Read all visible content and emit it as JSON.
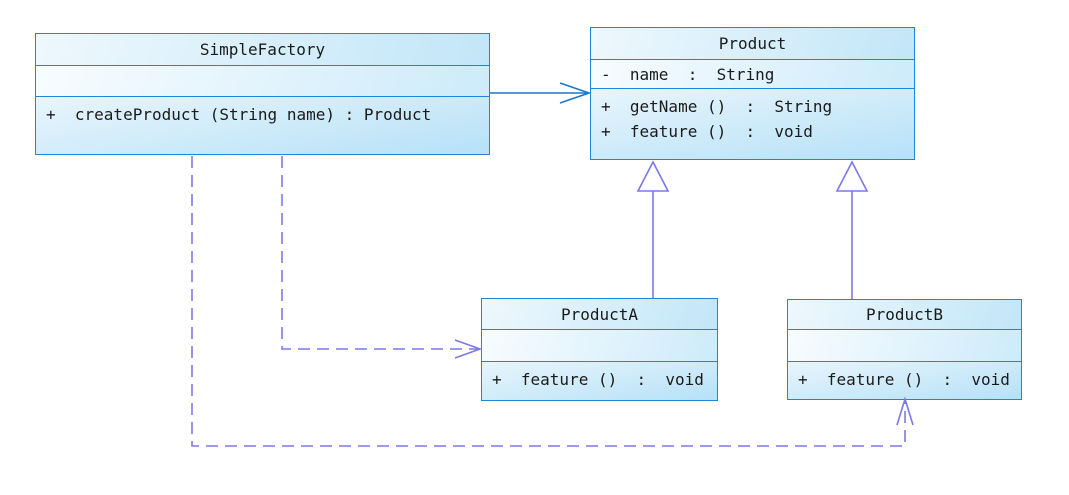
{
  "diagram_type": "uml-class-diagram",
  "colors": {
    "box_border": "#1e86d6",
    "box_fill_light": "#f4fafd",
    "box_fill_dark": "#b6e1f7",
    "association_line": "#1877d0",
    "generalization_line": "#7b79e9",
    "dependency_line": "#7b79e9",
    "text": "#1b1b1b",
    "background": "#ffffff"
  },
  "classes": [
    {
      "name": "SimpleFactory",
      "attributes": [],
      "methods": [
        "+  createProduct (String name) : Product"
      ]
    },
    {
      "name": "Product",
      "attributes": [
        "-  name  :  String"
      ],
      "methods": [
        "+  getName ()  :  String",
        "+  feature ()  :  void"
      ]
    },
    {
      "name": "ProductA",
      "attributes": [],
      "methods": [
        "+  feature ()  :  void"
      ]
    },
    {
      "name": "ProductB",
      "attributes": [],
      "methods": [
        "+  feature ()  :  void"
      ]
    }
  ],
  "relationships": [
    {
      "from": "SimpleFactory",
      "to": "Product",
      "type": "association",
      "line": "solid",
      "arrowhead": "open"
    },
    {
      "from": "ProductA",
      "to": "Product",
      "type": "generalization",
      "line": "solid",
      "arrowhead": "hollow-triangle"
    },
    {
      "from": "ProductB",
      "to": "Product",
      "type": "generalization",
      "line": "solid",
      "arrowhead": "hollow-triangle"
    },
    {
      "from": "SimpleFactory",
      "to": "ProductA",
      "type": "dependency",
      "line": "dashed",
      "arrowhead": "open"
    },
    {
      "from": "SimpleFactory",
      "to": "ProductB",
      "type": "dependency",
      "line": "dashed",
      "arrowhead": "open"
    }
  ]
}
